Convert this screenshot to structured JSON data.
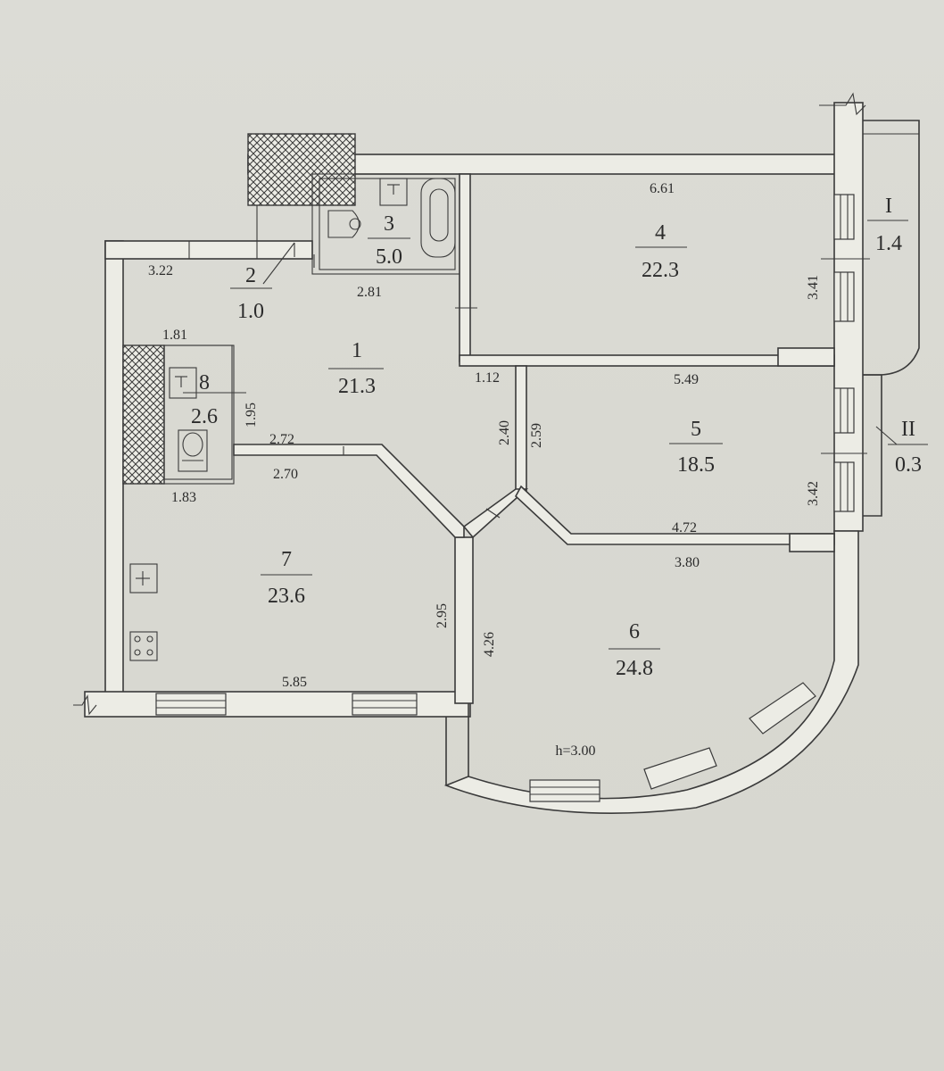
{
  "rooms": [
    {
      "id": "1",
      "number": "1",
      "area": "21.3"
    },
    {
      "id": "2",
      "number": "2",
      "area": "1.0"
    },
    {
      "id": "3",
      "number": "3",
      "area": "5.0"
    },
    {
      "id": "4",
      "number": "4",
      "area": "22.3"
    },
    {
      "id": "5",
      "number": "5",
      "area": "18.5"
    },
    {
      "id": "6",
      "number": "6",
      "area": "24.8"
    },
    {
      "id": "7",
      "number": "7",
      "area": "23.6"
    },
    {
      "id": "8",
      "number": "8",
      "area": "2.6"
    }
  ],
  "balconies": [
    {
      "id": "I",
      "number": "I",
      "area": "1.4"
    },
    {
      "id": "II",
      "number": "II",
      "area": "0.3"
    }
  ],
  "dimensions": {
    "d661": "6.61",
    "d322": "3.22",
    "d281": "2.81",
    "d181": "1.81",
    "d112": "1.12",
    "d549": "5.49",
    "d341": "3.41",
    "d195": "1.95",
    "d272": "2.72",
    "d270": "2.70",
    "d183": "1.83",
    "d240": "2.40",
    "d259": "2.59",
    "d342": "3.42",
    "d472": "4.72",
    "d380": "3.80",
    "d295": "2.95",
    "d426": "4.26",
    "d585": "5.85"
  },
  "ceiling_height": "h=3.00",
  "colors": {
    "ink": "#3a3a3a",
    "paper": "#ecece5",
    "background": "#d9d9d2"
  }
}
